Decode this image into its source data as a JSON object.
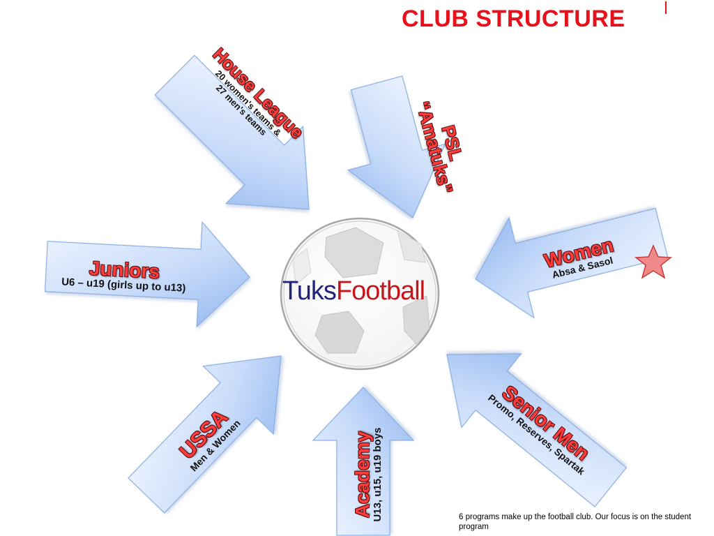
{
  "title": "CLUB STRUCTURE",
  "center": {
    "word1": "Tuks",
    "word2": "Football"
  },
  "arrows": [
    {
      "id": "house-league",
      "heading": "House League",
      "lines": [
        "20 women's teams &",
        "27 men's teams"
      ]
    },
    {
      "id": "psl",
      "heading": "PSL",
      "lines": [
        "“Amatuks”"
      ]
    },
    {
      "id": "juniors",
      "heading": "Juniors",
      "lines": [
        "U6 – u19 (girls up to u13)"
      ]
    },
    {
      "id": "women",
      "heading": "Women",
      "lines": [
        "Absa & Sasol"
      ]
    },
    {
      "id": "ussa",
      "heading": "USSA",
      "lines": [
        "Men & Women"
      ]
    },
    {
      "id": "academy",
      "heading": "Academy",
      "lines": [
        "U13, u15, u19 boys"
      ]
    },
    {
      "id": "senior-men",
      "heading": "Senior Men",
      "lines": [
        "Promo, Reserves, Spartak"
      ]
    }
  ],
  "footnote": "6 programs make up the football club. Our focus is on the student program",
  "colors": {
    "title": "#e8101a",
    "heading": "#ff3b3b",
    "arrow_fill_light": "#eaf2ff",
    "arrow_fill_dark": "#9cc0f2",
    "star": "#f08a8a",
    "tuks": "#24237a",
    "football": "#c4161c"
  }
}
